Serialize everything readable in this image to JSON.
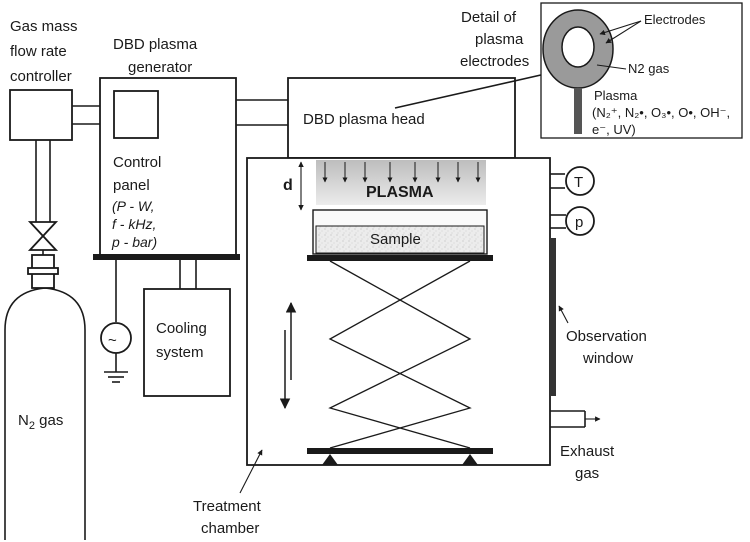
{
  "labels": {
    "controller": [
      "Gas mass",
      "flow rate",
      "controller"
    ],
    "generator": [
      "DBD plasma",
      "generator"
    ],
    "control_panel": [
      "Control",
      "panel"
    ],
    "control_params": [
      "(P - W,",
      "f - kHz,",
      "p - bar)"
    ],
    "cooling": [
      "Cooling",
      "system"
    ],
    "n2_gas": "N",
    "n2_gas_sub": "2",
    "n2_gas_suffix": " gas",
    "plasma_head": "DBD plasma head",
    "detail": [
      "Detail of",
      "plasma",
      "electrodes"
    ],
    "electrodes": "Electrodes",
    "inset_n2": "N2 gas",
    "inset_plasma": "Plasma",
    "inset_species_1": "(N₂⁺, N₂•, O₃•, O•, OH⁻,",
    "inset_species_2": "e⁻, UV)",
    "plasma": "PLASMA",
    "sample": "Sample",
    "gap": "d",
    "temp": "T",
    "pressure": "p",
    "window": [
      "Observation",
      "window"
    ],
    "exhaust": [
      "Exhaust",
      "gas"
    ],
    "chamber": [
      "Treatment",
      "chamber"
    ],
    "ac_symbol": "~"
  },
  "colors": {
    "stroke": "#1a1a1a",
    "plasma_fill": "#d0d0d0",
    "sample_fill": "#e8e8e8",
    "electrode_ring": "#9a9a9a"
  }
}
